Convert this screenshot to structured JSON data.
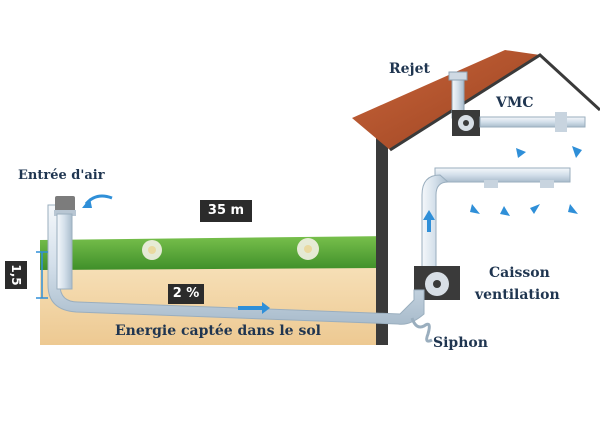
{
  "labels": {
    "rejet": "Rejet",
    "vmc": "VMC",
    "entree_air": "Entrée d'air",
    "distance": "35 m",
    "depth": "1,5",
    "slope": "2 %",
    "energie": "Energie captée dans le sol",
    "caisson_line1": "Caisson",
    "caisson_line2": "ventilation",
    "siphon": "Siphon"
  },
  "colors": {
    "grass": "#5aa83a",
    "soil": "#f3d7a6",
    "roof": "#b5532a",
    "pipe": "#d7e3ee",
    "text": "#1f3550",
    "arrow": "#2f8fd8"
  }
}
